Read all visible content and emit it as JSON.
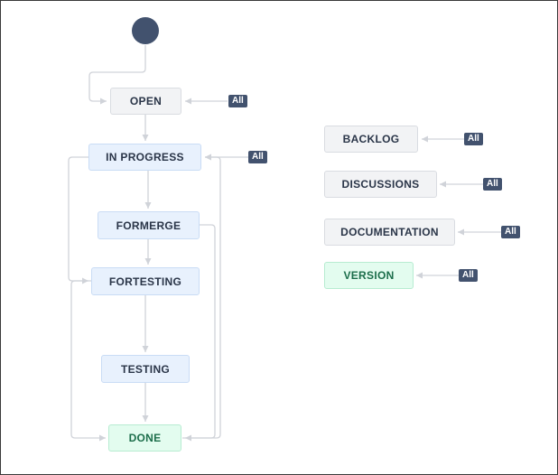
{
  "workflow": {
    "statuses": {
      "open": "OPEN",
      "in_progress": "IN PROGRESS",
      "formerge": "FORMERGE",
      "fortesting": "FORTESTING",
      "testing": "TESTING",
      "done": "DONE",
      "backlog": "BACKLOG",
      "discussions": "DISCUSSIONS",
      "documentation": "DOCUMENTATION",
      "version": "VERSION"
    },
    "global_transition_label": "All",
    "colors": {
      "start_node": "#42526e",
      "connector": "#d0d3d9",
      "badge": "#42526e",
      "todo_status": "#f2f3f5",
      "in_progress_status": "#e8f1fd",
      "done_status": "#e3fcef"
    }
  }
}
